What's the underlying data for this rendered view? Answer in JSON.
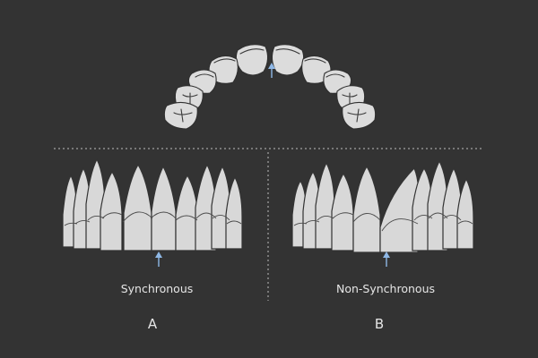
{
  "panels": [
    {
      "id": "A",
      "letter": "A",
      "caption": "Synchronous"
    },
    {
      "id": "B",
      "letter": "B",
      "caption": "Non-Synchronous"
    }
  ],
  "colors": {
    "background": "#333333",
    "tooth": "#d8d8d8",
    "arrow": "#8fb8e6",
    "text": "#e6e6e6",
    "divider": "#bdbdbd"
  }
}
